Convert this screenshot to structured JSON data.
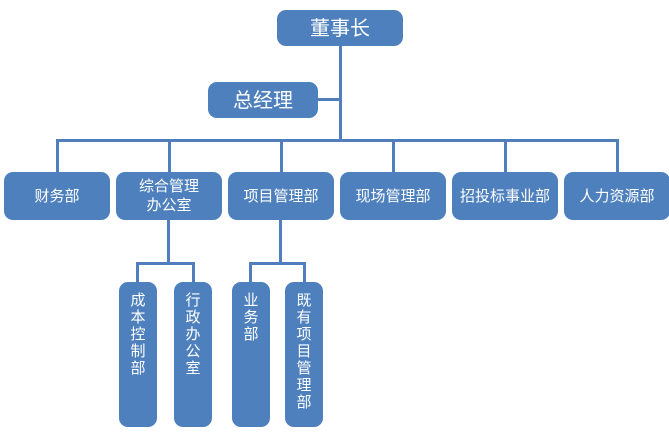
{
  "org_chart": {
    "type": "org-tree",
    "root": {
      "label": "董事长"
    },
    "general_manager": {
      "label": "总经理"
    },
    "departments": [
      {
        "label": "财务部"
      },
      {
        "label": "综合管理办公室"
      },
      {
        "label": "项目管理部"
      },
      {
        "label": "现场管理部"
      },
      {
        "label": "招投标事业部"
      },
      {
        "label": "人力资源部"
      }
    ],
    "admin_office_children": [
      {
        "label": "成本控制部"
      },
      {
        "label": "行政办公室"
      }
    ],
    "project_dept_children": [
      {
        "label": "业务部"
      },
      {
        "label": "既有项目管理部"
      }
    ],
    "colors": {
      "node_fill": "#4e80bd",
      "node_text": "#ffffff",
      "connector": "#517fbd",
      "background": "#ffffff"
    }
  }
}
